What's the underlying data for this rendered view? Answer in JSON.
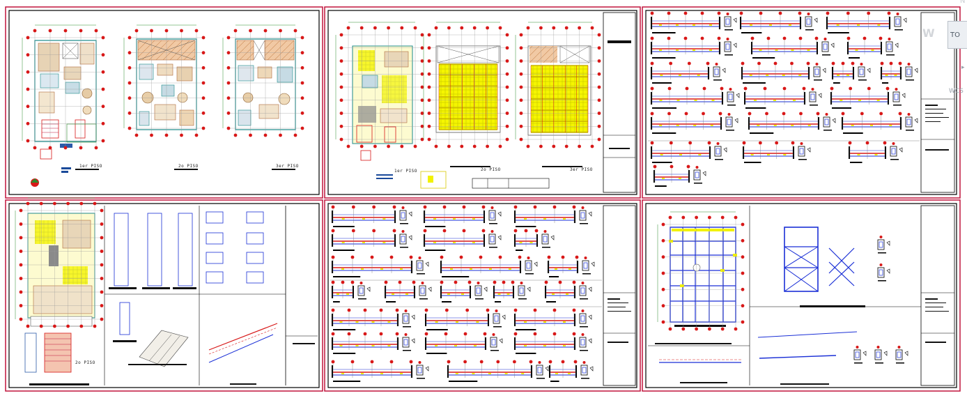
{
  "app": {
    "view_cube": {
      "face": "TO",
      "compass_letter": "W",
      "north_letter": "N",
      "coord_system": "WCS",
      "arrow_glyph": "▸"
    }
  },
  "drawing": {
    "colors": {
      "frame": "#000000",
      "border_red": "#c0143c",
      "struct_yellow": "#f2f200",
      "struct_blue": "#1a2fd6",
      "marker_red": "#d81818",
      "plan_teal": "#1c8a8a",
      "plan_brown": "#b06a3a",
      "gray": "#8a8a8a"
    },
    "sheets": [
      {
        "id": "architecture",
        "floor_labels": [
          "1er PISO",
          "2o PISO",
          "3er PISO"
        ]
      },
      {
        "id": "structure-plans",
        "floor_labels": [
          "1er PISO",
          "2o PISO",
          "3er PISO"
        ]
      },
      {
        "id": "beam-details-1",
        "floor_labels": []
      },
      {
        "id": "foundation-stair",
        "floor_labels": [
          "2o PISO"
        ]
      },
      {
        "id": "beam-details-2",
        "floor_labels": []
      },
      {
        "id": "steel-frame",
        "floor_labels": []
      }
    ]
  }
}
